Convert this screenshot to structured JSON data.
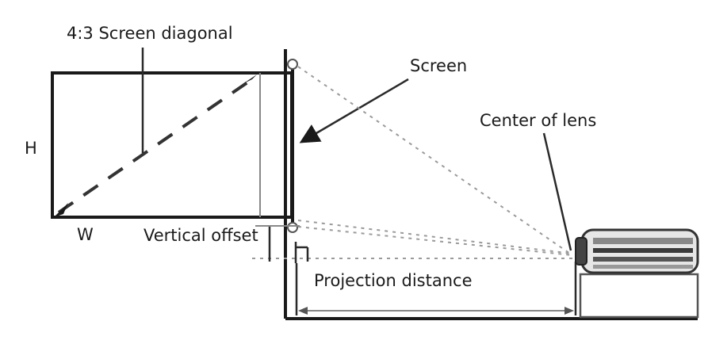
{
  "labels": {
    "diagonal": "4:3 Screen diagonal",
    "screen": "Screen",
    "center_of_lens": "Center of lens",
    "height": "H",
    "width": "W",
    "vertical_offset": "Vertical offset",
    "projection_distance": "Projection distance"
  },
  "colors": {
    "line": "#1a1a1a",
    "guide": "#9a9a9a"
  }
}
